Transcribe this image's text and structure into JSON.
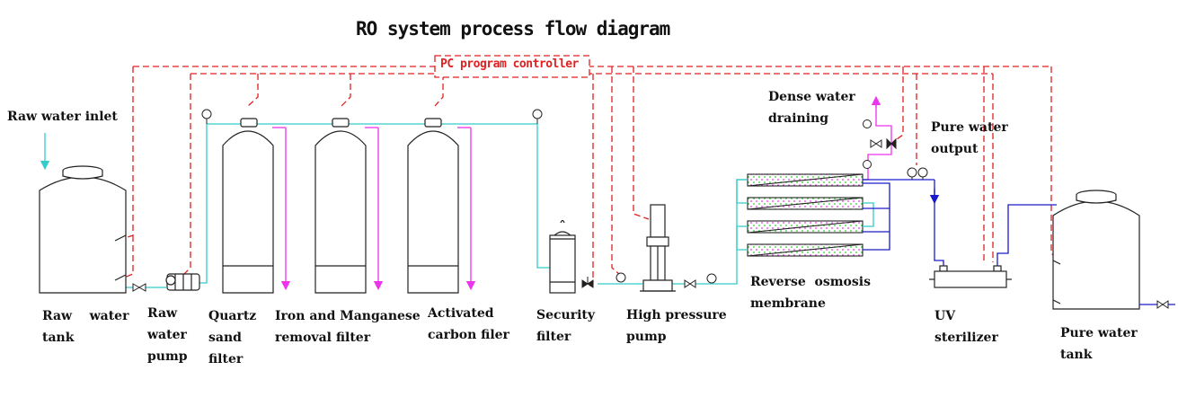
{
  "title": "RO system process flow diagram",
  "controller": "PC program controller",
  "inlet_label": "Raw water inlet",
  "dense_water_label": [
    "Dense water",
    "draining"
  ],
  "pure_output_label": [
    "Pure water",
    "output"
  ],
  "components": [
    {
      "id": "raw-water-tank",
      "lines": [
        "Raw    water",
        "tank"
      ]
    },
    {
      "id": "raw-water-pump",
      "lines": [
        "Raw",
        "water",
        "pump"
      ]
    },
    {
      "id": "quartz-sand-filter",
      "lines": [
        "Quartz",
        "sand",
        "filter"
      ]
    },
    {
      "id": "iron-manganese-filter",
      "lines": [
        "Iron and Manganese",
        "removal filter"
      ]
    },
    {
      "id": "activated-carbon-filter",
      "lines": [
        "Activated",
        "carbon filer"
      ]
    },
    {
      "id": "security-filter",
      "lines": [
        "Security",
        "filter"
      ]
    },
    {
      "id": "high-pressure-pump",
      "lines": [
        "High pressure",
        "pump"
      ]
    },
    {
      "id": "ro-membrane",
      "lines": [
        "Reverse  osmosis",
        "membrane"
      ]
    },
    {
      "id": "uv-sterilizer",
      "lines": [
        "UV",
        "sterilizer"
      ]
    },
    {
      "id": "pure-water-tank",
      "lines": [
        "Pure water",
        "tank"
      ]
    }
  ],
  "colors": {
    "control_line": "#e02020",
    "water_line": "#33cccc",
    "drain_line": "#ee33ee",
    "pure_line": "#1a1acc",
    "equipment": "#222222"
  }
}
